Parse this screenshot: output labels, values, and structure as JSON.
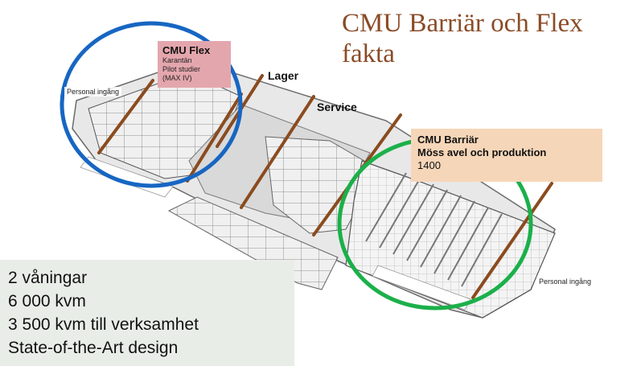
{
  "title": "CMU Barriär och Flex fakta",
  "labels": {
    "lager": "Lager",
    "service": "Service"
  },
  "flex_box": {
    "heading": "CMU Flex",
    "lines": [
      "Karantän",
      "Pilot studier",
      "(MAX IV)"
    ]
  },
  "barriar_box": {
    "heading": "CMU Barriär",
    "subheading": "Möss avel och produktion",
    "number": "1400"
  },
  "entrances": {
    "left": "Personal ingång",
    "right": "Personal ingång"
  },
  "facts": [
    "2 våningar",
    "6 000 kvm",
    "3 500 kvm till verksamhet",
    "State-of-the-Art design"
  ],
  "colors": {
    "title": "#8a4b26",
    "blue_circle": "#1766c2",
    "green_circle": "#1bb04a",
    "divider": "#8a4b1f",
    "flex_box": "#e4a6ad",
    "barriar_box": "#f6d6b8",
    "facts_bg": "#e9ede8"
  }
}
